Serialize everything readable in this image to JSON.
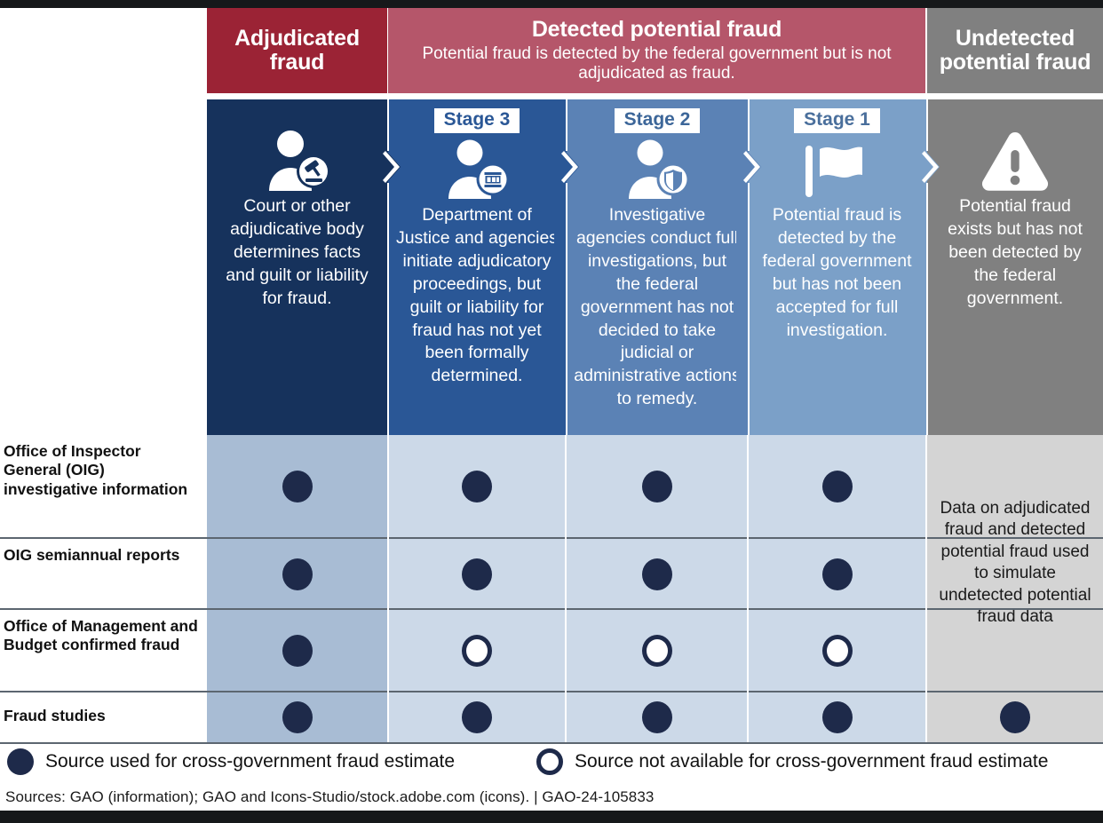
{
  "header": {
    "groups": [
      {
        "key": "adjudicated",
        "title": "Adjudicated fraud",
        "subtitle": "",
        "color": "#9b2335"
      },
      {
        "key": "detected",
        "title": "Detected potential fraud",
        "subtitle": "Potential fraud is detected by the federal government but is not adjudicated as fraud.",
        "color": "#b5566a"
      },
      {
        "key": "undetected",
        "title": "Undetected potential fraud",
        "subtitle": "",
        "color": "#808080"
      }
    ]
  },
  "columns": [
    {
      "key": "adjudicated",
      "stage_label": "",
      "icon": "person-gavel-icon",
      "description": "Court or other adjudicative body determines facts and guilt or liability for fraud.",
      "color": "#16325c"
    },
    {
      "key": "stage3",
      "stage_label": "Stage 3",
      "icon": "person-court-building-icon",
      "description": "Department of Justice and agencies initiate adjudicatory proceedings, but guilt or liability for fraud has not yet been formally determined.",
      "color": "#2a5796"
    },
    {
      "key": "stage2",
      "stage_label": "Stage 2",
      "icon": "person-shield-icon",
      "description": "Investigative agencies conduct full investigations, but the federal government has not decided to take judicial or administrative actions to remedy.",
      "color": "#5b82b5"
    },
    {
      "key": "stage1",
      "stage_label": "Stage 1",
      "icon": "flag-icon",
      "description": "Potential fraud is detected by the federal government but has not been accepted for full investigation.",
      "color": "#7ba0c8"
    },
    {
      "key": "undetected",
      "stage_label": "",
      "icon": "warning-triangle-icon",
      "description": "Potential fraud exists but has not been detected by the federal government.",
      "color": "#808080"
    }
  ],
  "matrix": {
    "rows": [
      {
        "label": "Office of Inspector General (OIG) investigative information",
        "values": [
          "filled",
          "filled",
          "filled",
          "filled",
          "none"
        ]
      },
      {
        "label": "OIG semiannual reports",
        "values": [
          "filled",
          "filled",
          "filled",
          "filled",
          "none"
        ]
      },
      {
        "label": "Office of Management and Budget confirmed fraud",
        "values": [
          "filled",
          "hollow",
          "hollow",
          "hollow",
          "none"
        ]
      },
      {
        "label": "Fraud studies",
        "values": [
          "filled",
          "filled",
          "filled",
          "filled",
          "filled"
        ]
      }
    ],
    "undetected_note": "Data on adjudicated fraud and detected potential fraud used to simulate undetected potential fraud data"
  },
  "legend": {
    "filled_label": "Source used for cross-government fraud estimate",
    "hollow_label": "Source not available for cross-government fraud estimate"
  },
  "footer": {
    "sources": "Sources: GAO (information); GAO and Icons-Studio/stock.adobe.com (icons).  |  GAO-24-105833"
  },
  "colors": {
    "dark_navy": "#1e2a4a",
    "crimson": "#9b2335",
    "crimson_light": "#b5566a",
    "gray": "#808080",
    "cell_blue_dark": "#a8bcd4",
    "cell_blue_light": "#ccd9e8",
    "cell_gray": "#d4d4d4"
  }
}
